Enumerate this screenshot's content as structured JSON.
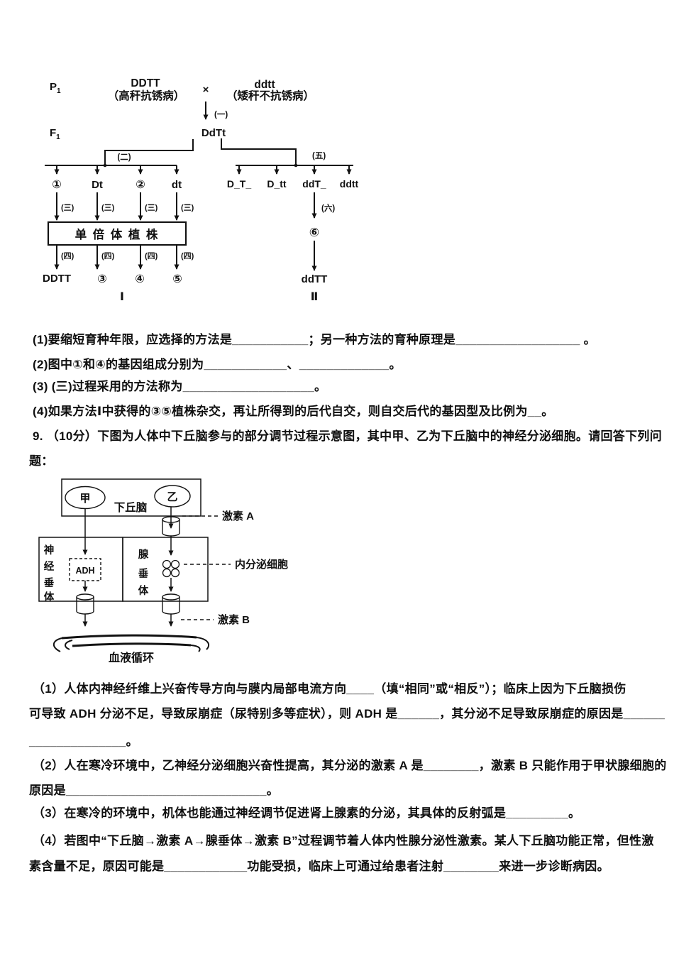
{
  "genetics_diagram": {
    "p_label": "P",
    "f_label": "F",
    "generation_sub": "1",
    "parent1_genotype": "DDTT",
    "parent1_phenotype": "（高秆抗锈病）",
    "cross_symbol": "×",
    "parent2_genotype": "ddtt",
    "parent2_phenotype": "（矮秆不抗锈病）",
    "f1_genotype": "DdTt",
    "step_labels": {
      "one": "(一)",
      "two": "(二)",
      "three": "(三)",
      "four": "(四)",
      "five": "(五)",
      "six": "(六)"
    },
    "gamete_row": [
      "①",
      "Dt",
      "②",
      "dt"
    ],
    "haploid_box_label": "单 倍 体 植 株",
    "result_row": [
      "DDTT",
      "③",
      "④",
      "⑤"
    ],
    "branch_I_label": "Ⅰ",
    "f2_row": [
      "D_T_",
      "D_tt",
      "ddT_",
      "ddtt"
    ],
    "circle6": "⑥",
    "branch_II_result": "ddTT",
    "branch_II_label": "Ⅱ"
  },
  "question8": {
    "parts": [
      "(1)要缩短育种年限，应选择的方法是___________；另一种方法的育种原理是__________________ 。",
      "(2)图中①和④的基因组成分别为____________、_____________。",
      "(3) (三)过程采用的方法称为___________________。",
      "(4)如果方法Ⅰ中获得的③⑤植株杂交，再让所得到的后代自交，则自交后代的基因型及比例为__。"
    ]
  },
  "question9": {
    "intro_lines": [
      "9. （10分）下图为人体中下丘脑参与的部分调节过程示意图，其中甲、乙为下丘脑中的神经分泌细胞。请回答下列问",
      "题："
    ],
    "diagram": {
      "cell_jia": "甲",
      "cell_yi": "乙",
      "hypothalamus": "下丘脑",
      "hormone_a": "激素 A",
      "neurohypophysis_chars": [
        "神",
        "经",
        "垂",
        "体"
      ],
      "adh": "ADH",
      "adenohypophysis_chars": [
        "腺",
        "垂",
        "体"
      ],
      "endocrine_cells": "内分泌细胞",
      "hormone_b": "激素 B",
      "blood_circulation": "血液循环"
    },
    "parts_lines": [
      "（1）人体内神经纤维上兴奋传导方向与膜内局部电流方向____（填“相同”或“相反”）；临床上因为下丘脑损伤",
      "可导致 ADH 分泌不足，导致尿崩症（尿特别多等症状），则 ADH 是______，其分泌不足导致尿崩症的原因是______",
      "______________。",
      "（2）人在寒冷环境中，乙神经分泌细胞兴奋性提高，其分泌的激素 A 是________，激素 B 只能作用于甲状腺细胞的",
      "原因是_____________________________。",
      "（3）在寒冷的环境中，机体也能通过神经调节促进肾上腺素的分泌，其具体的反射弧是_________。",
      "（4）若图中“下丘脑→激素 A→腺垂体→激素 B”过程调节着人体内性腺分泌性激素。某人下丘脑功能正常，但性激",
      "素含量不足，原因可能是____________功能受损，临床上可通过给患者注射________来进一步诊断病因。"
    ]
  }
}
